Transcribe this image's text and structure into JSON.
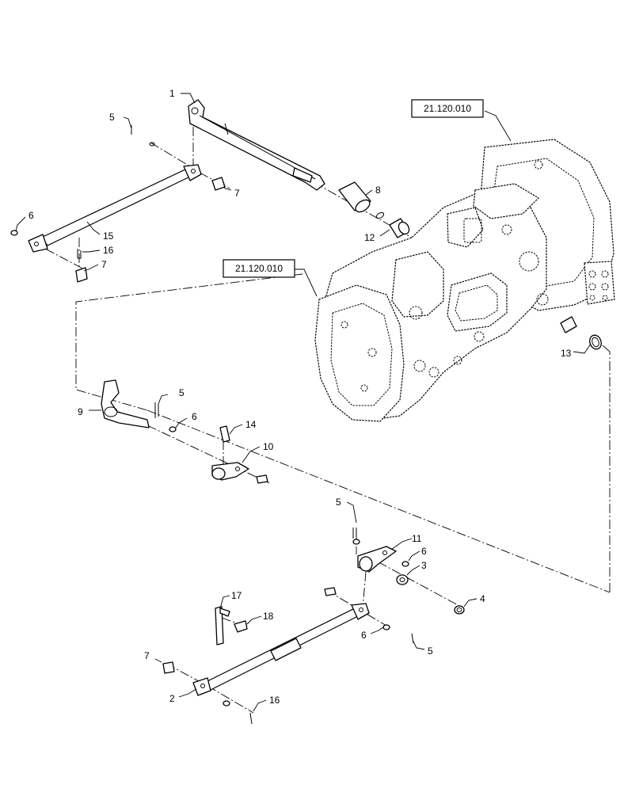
{
  "refs": {
    "top": "21.120.010",
    "mid": "21.120.010"
  },
  "callouts": {
    "c1": "1",
    "c2": "2",
    "c3": "3",
    "c4": "4",
    "c5a": "5",
    "c5b": "5",
    "c5c": "5",
    "c5d": "5",
    "c6a": "6",
    "c6b": "6",
    "c6c": "6",
    "c6d": "6",
    "c7a": "7",
    "c7b": "7",
    "c7c": "7",
    "c8": "8",
    "c9": "9",
    "c10": "10",
    "c11": "11",
    "c12": "12",
    "c13": "13",
    "c14": "14",
    "c15": "15",
    "c16a": "16",
    "c16b": "16",
    "c17": "17",
    "c18": "18"
  }
}
